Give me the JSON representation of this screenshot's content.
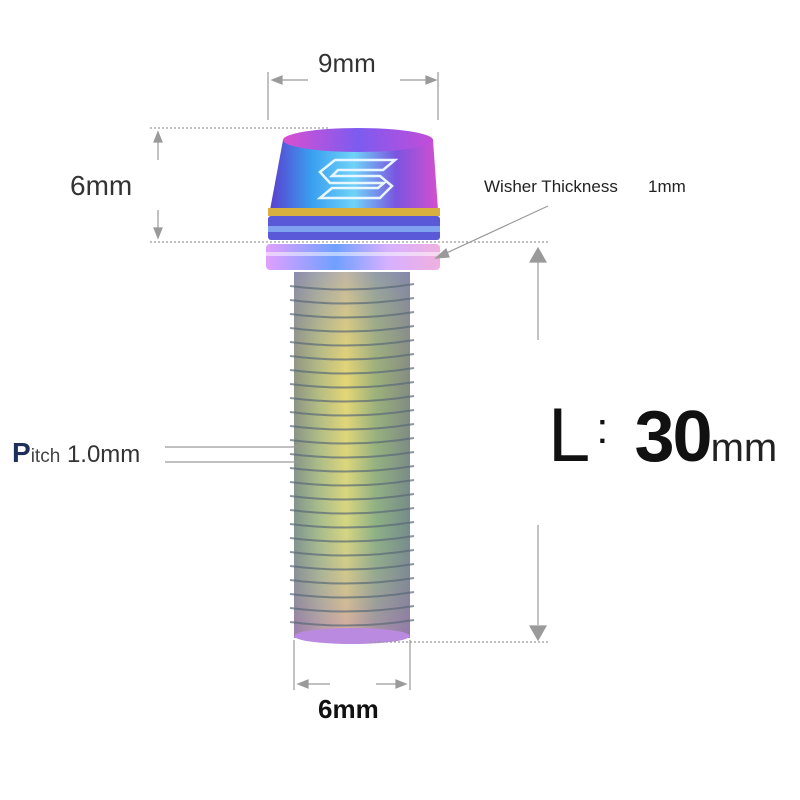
{
  "head_diameter": {
    "value": "9mm"
  },
  "head_height": {
    "value": "6mm"
  },
  "washer": {
    "label": "Wisher Thickness",
    "value": "1mm"
  },
  "pitch": {
    "initial": "P",
    "rest": "itch",
    "value": "1.0mm"
  },
  "length": {
    "letter": "L",
    "colon": ":",
    "number": "30",
    "unit": "mm"
  },
  "thread_diameter": {
    "value": "6mm"
  },
  "colors": {
    "head_blue": "#3a6ff0",
    "head_purple": "#c44cd8",
    "thread_gold": "#c9b24a",
    "thread_green": "#8fb28a",
    "dimension_line": "#9a9a9a"
  }
}
